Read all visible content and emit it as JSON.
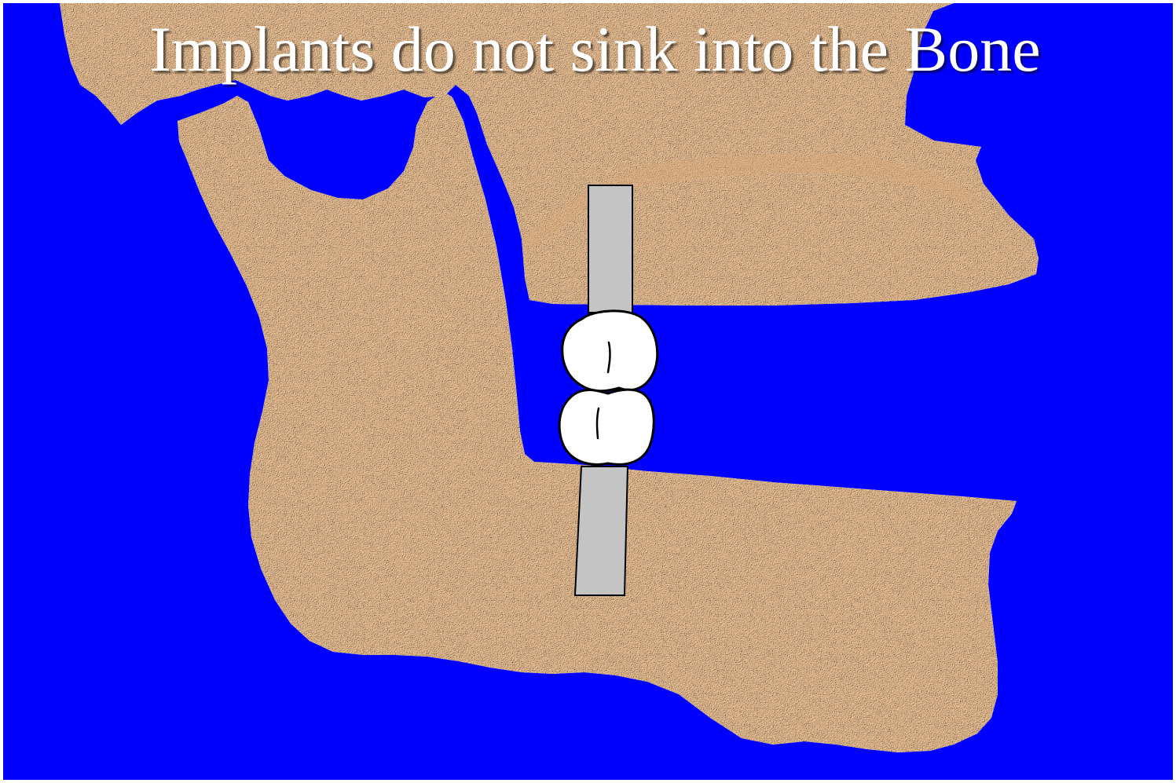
{
  "slide": {
    "title": "Implants do not sink into the Bone",
    "background_color": "#0000ff",
    "bone_color": "#f2c79a",
    "bone_shadow_color": "#d9a878",
    "implant_color": "#c4c4c4",
    "tooth_color": "#ffffff",
    "outline_color": "#000000"
  },
  "diagram": {
    "parts": [
      {
        "name": "maxilla",
        "icon": "upper-jaw-bone"
      },
      {
        "name": "mandible",
        "icon": "lower-jaw-bone"
      },
      {
        "name": "upper-implant",
        "icon": "implant-post"
      },
      {
        "name": "lower-implant",
        "icon": "implant-post"
      },
      {
        "name": "upper-crown",
        "icon": "tooth-crown"
      },
      {
        "name": "lower-crown",
        "icon": "tooth-crown"
      }
    ]
  }
}
